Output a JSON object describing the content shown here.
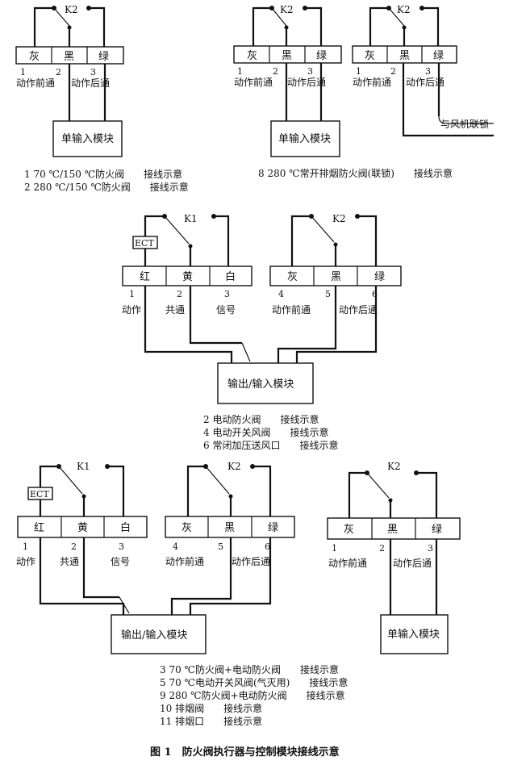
{
  "figure": {
    "caption": "图 1　防火阀执行器与控制模块接线示意"
  },
  "labels": {
    "K1": "K1",
    "K2": "K2",
    "ECT": "ECT",
    "terminals": [
      "灰",
      "黑",
      "绿",
      "红",
      "黄",
      "白"
    ],
    "numbers": [
      "1",
      "2",
      "3",
      "4",
      "5",
      "6"
    ],
    "dz_action": "动作",
    "dz_common": "共通",
    "dz_signal": "信号",
    "dz_before": "动作前通",
    "dz_after": "动作后通",
    "single_module": "单输入模块",
    "io_module": "输出/输入模块",
    "fan_link": "与风机联锁"
  },
  "notes": {
    "d1": [
      "1  70 ℃/150 ℃防火阀　　接线示意",
      "2  280 ℃/150 ℃防火阀　　接线示意"
    ],
    "d2": [
      "8  280 ℃常开排烟防火阀(联锁)　　接线示意"
    ],
    "d3": [
      "2  电动防火阀　　接线示意",
      "4  电动开关风阀　　接线示意",
      "6  常闭加压送风口　　接线示意"
    ],
    "d4": [
      "3  70 ℃防火阀+电动防火阀　　接线示意",
      "5  70 ℃电动开关风阀(气灭用)　　接线示意",
      "9  280 ℃防火阀+电动防火阀　　接线示意",
      "10  排烟阀　　接线示意",
      "11  排烟口　　接线示意"
    ]
  }
}
